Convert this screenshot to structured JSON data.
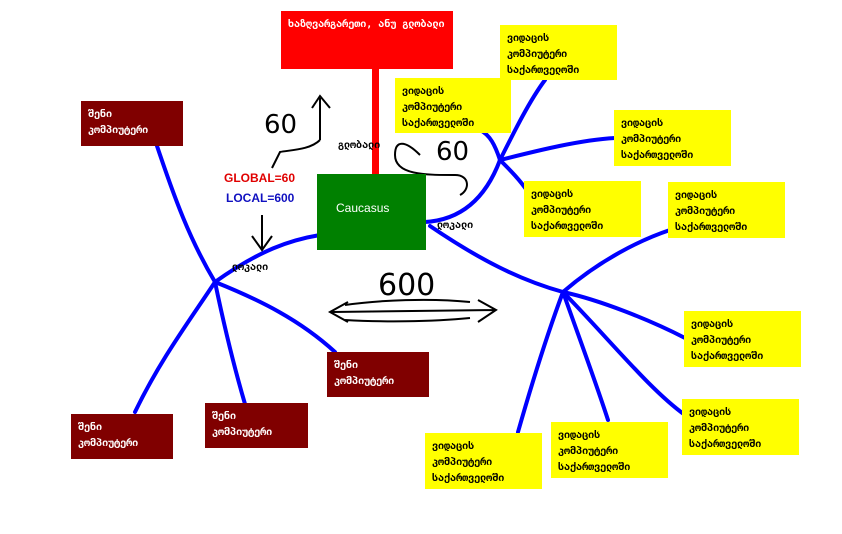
{
  "red_node": {
    "text": "ხაზღვარგარეთი, ანუ გლობალი"
  },
  "center": {
    "text": "Caucasus"
  },
  "global_label": "GLOBAL=60",
  "local_label": "LOCAL=600",
  "hand_60_left": "60",
  "hand_60_right": "60",
  "hand_600": "600",
  "edge_labels": {
    "global": "გლობალი",
    "local_right": "ლოკალი",
    "local_left": "ლოკალი"
  },
  "yellow_nodes": [
    "ვიდაცის\nკომპიუტერი\nსაქართველოში",
    "ვიდაცის\nკომპიუტერი\nსაქართველოში",
    "ვიდაცის\nკომპიუტერი\nსაქართველოში",
    "ვიდაცის\nკომპიუტერი\nსაქართველოში",
    "ვიდაცის\nკომპიუტერი\nსაქართველოში",
    "ვიდაცის\nკომპიუტერი\nსაქართველოში",
    "ვიდაცის\nკომპიუტერი\nსაქართველოში",
    "ვიდაცის\nკომპიუტერი\nსაქართველოში",
    "ვიდაცის\nკომპიუტერი\nსაქართველოში"
  ],
  "brown_nodes": [
    "შენი\nკომპიუტერი",
    "შენი\nკომპიუტერი",
    "შენი\nკომპიუტერი",
    "შენი\nკომპიუტერი"
  ],
  "colors": {
    "line_blue": "#0000ff",
    "yellow": "#ffff00",
    "brown": "#800000",
    "red": "#ff0000",
    "green": "#008000"
  }
}
